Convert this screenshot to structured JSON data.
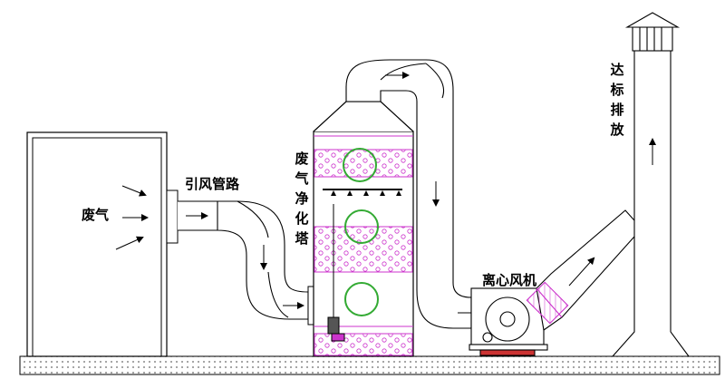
{
  "labels": {
    "waste_gas": "废气",
    "induced_duct": "引风管路",
    "scrubber_tower": "废气净化塔",
    "centrifugal_fan": "离心风机",
    "compliant_discharge": "达标排放"
  },
  "colors": {
    "line": "#000000",
    "packing": "#cc33cc",
    "window": "#33aa33",
    "ground": "#eeeeee"
  }
}
